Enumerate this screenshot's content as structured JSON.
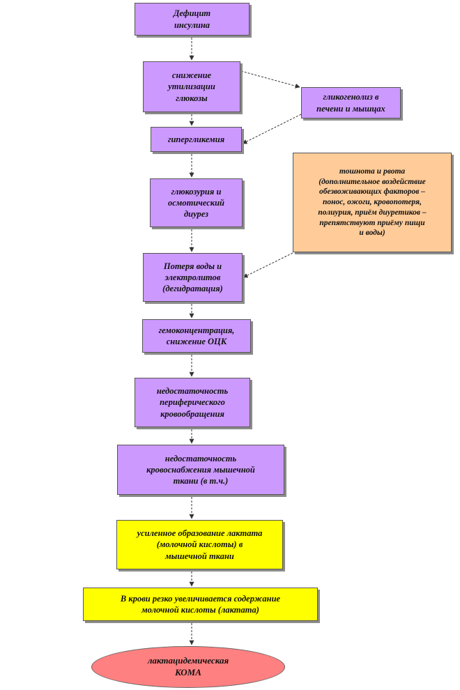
{
  "nodes": {
    "insulin_deficit": "Дефицит\nинсулина",
    "glucose_utilization": "снижение\nутилизации\nглюкозы",
    "glycogenolysis": "гликогенолиз в\nпечени и мышцах",
    "hyperglycemia": "гипергликемия",
    "nausea": "тошнота и рвота\n(дополнительное воздействие\nобезвоживающих факторов –\nпонос, ожоги, кровопотеря,\nполиурия, приём диуретиков –\nпрепятствуют приёму пищи\nи воды)",
    "glucosuria": "глюкозурия и\nосмотический\nдиурез",
    "water_loss": "Потеря воды и\nэлектролитов\n(дегидратация)",
    "hemoconcentration": "гемоконцентрация,\nснижение ОЦК",
    "peripheral_insufficiency": "недостаточность\nпериферического\nкровообращения",
    "muscle_supply": "недостаточность\nкровоснабжения мышечной\nткани (в т.ч.)",
    "lactate_formation": "усиленное образование лактата\n(молочной кислоты) в\nмышечной ткани",
    "blood_lactate": "В крови резко увеличивается содержание\nмолочной кислоты (лактата)",
    "coma": "лактацидемическая\nКОМА"
  },
  "colors": {
    "purple": "#cc99ff",
    "orange": "#ffcc99",
    "yellow": "#ffff00",
    "red": "#ff8080",
    "edge": "#333333"
  }
}
